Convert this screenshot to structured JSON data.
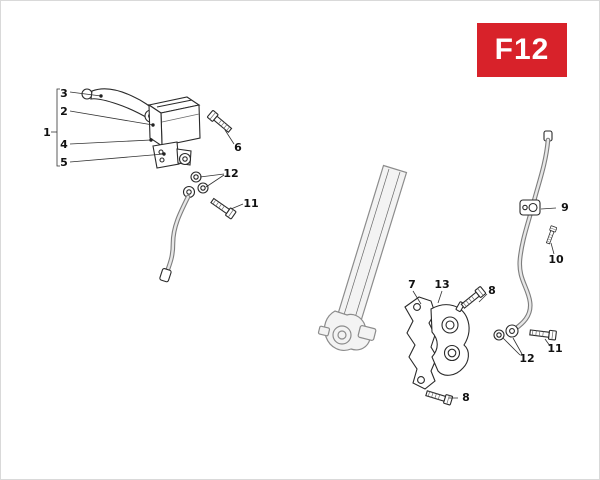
{
  "page": {
    "code": "F12"
  },
  "colors": {
    "accent_red": "#d8222a",
    "line": "#2a2a2a",
    "hose_grey": "#7d7d7d"
  },
  "callouts": [
    {
      "id": "3",
      "label": "3"
    },
    {
      "id": "2",
      "label": "2"
    },
    {
      "id": "1",
      "label": "1"
    },
    {
      "id": "4",
      "label": "4"
    },
    {
      "id": "5",
      "label": "5"
    },
    {
      "id": "6",
      "label": "6"
    },
    {
      "id": "12-upper",
      "label": "12"
    },
    {
      "id": "11-upper",
      "label": "11"
    },
    {
      "id": "9",
      "label": "9"
    },
    {
      "id": "10",
      "label": "10"
    },
    {
      "id": "7",
      "label": "7"
    },
    {
      "id": "13",
      "label": "13"
    },
    {
      "id": "8-upper",
      "label": "8"
    },
    {
      "id": "12-lower",
      "label": "12"
    },
    {
      "id": "11-lower",
      "label": "11"
    },
    {
      "id": "8-lower",
      "label": "8"
    }
  ]
}
